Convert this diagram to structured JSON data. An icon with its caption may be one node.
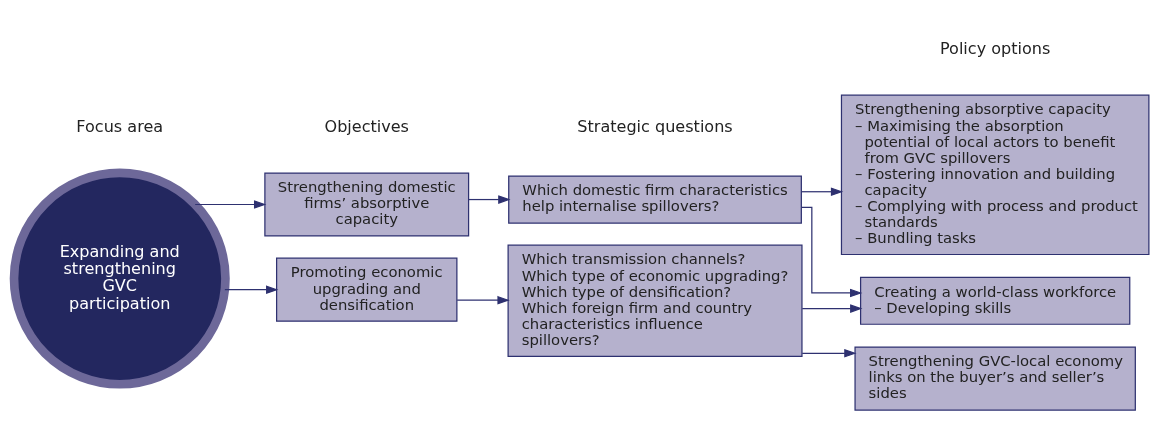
{
  "diagram": {
    "nodes": [
      {
        "text": [
          "Expanding and strengthening GVC participation"
        ]
      },
      {
        "text": [
          "Promoting economic upgrading and densification"
        ]
      },
      {
        "text": [
          "Strengthening domestic firms’ absorptive capacity"
        ]
      },
      {
        "text": [
          "Which transmission channels?",
          "Which type of economic upgrading?",
          "Which type of densification?",
          "Which foreign firm and country characteristics influence spillovers?"
        ]
      },
      {
        "text": [
          "Which domestic firm characteristics help internalise spillovers?"
        ]
      },
      {
        "text": [
          "Strengthening GVC-local economy links on the buyer’s and seller’s sides"
        ]
      },
      {
        "text": [
          "Creating a world-class workforce",
          "– Developing skills"
        ]
      },
      {
        "text": [
          "Strengthening absorptive capacity",
          "– Maximising the absorption potential of local actors to benefit from GVC spillovers",
          "– Fostering innovation and building capacity",
          "– Complying with process and product standards",
          "– Bundling tasks"
        ]
      }
    ],
    "edges": [
      {
        "from": 0,
        "to": 1,
        "arrow": "to"
      },
      {
        "from": 0,
        "to": 2,
        "arrow": "to"
      },
      {
        "from": 1,
        "to": 3,
        "arrow": "to"
      },
      {
        "from": 2,
        "to": 4,
        "arrow": "to"
      },
      {
        "from": 3,
        "to": 5,
        "arrow": "to"
      },
      {
        "from": 3,
        "to": 6,
        "arrow": "to"
      },
      {
        "from": 4,
        "to": 6,
        "arrow": "to"
      },
      {
        "from": 4,
        "to": 7,
        "arrow": "to"
      }
    ],
    "labels": [
      "Focus area",
      "Objectives",
      "Strategic questions",
      "Policy options"
    ]
  }
}
